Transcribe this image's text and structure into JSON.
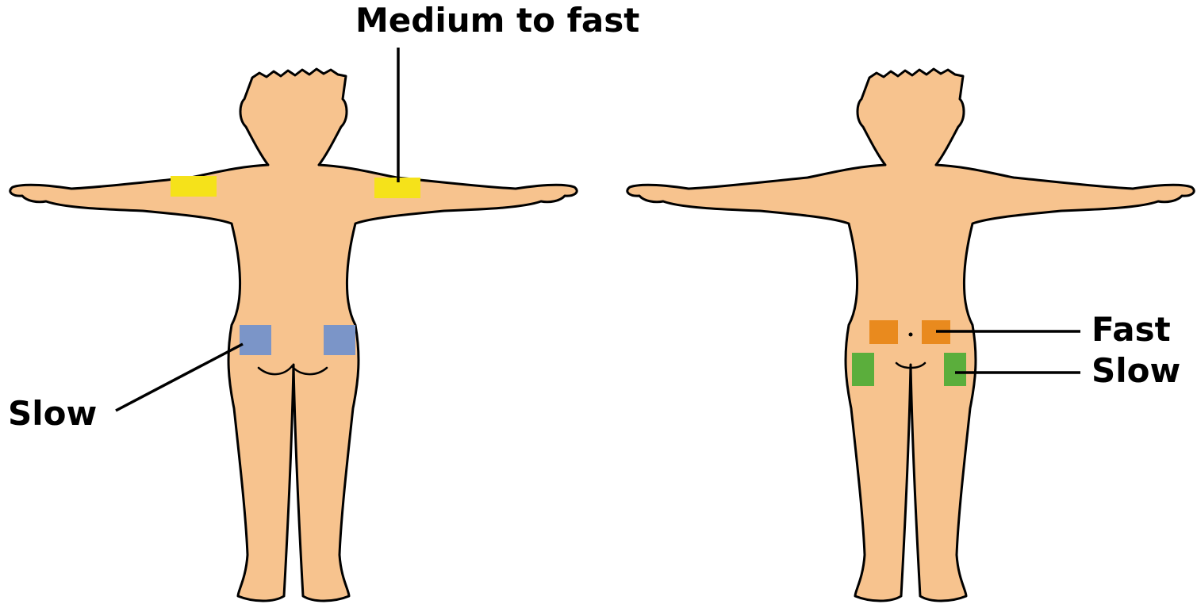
{
  "labels": {
    "medium_to_fast": "Medium to fast",
    "slow_back": "Slow",
    "fast_front": "Fast",
    "slow_front": "Slow"
  },
  "colors": {
    "skin": "#F7C38E",
    "upper_arm_zone": "#F5E21A",
    "buttock_zone": "#7B95C8",
    "abdomen_zone": "#E98A1E",
    "thigh_zone": "#5BAE3C"
  },
  "figures": {
    "back_view": {
      "zones": [
        "upper-arm-left",
        "upper-arm-right",
        "buttock-left",
        "buttock-right"
      ]
    },
    "front_view": {
      "zones": [
        "abdomen-left",
        "abdomen-right",
        "thigh-left",
        "thigh-right"
      ]
    }
  }
}
